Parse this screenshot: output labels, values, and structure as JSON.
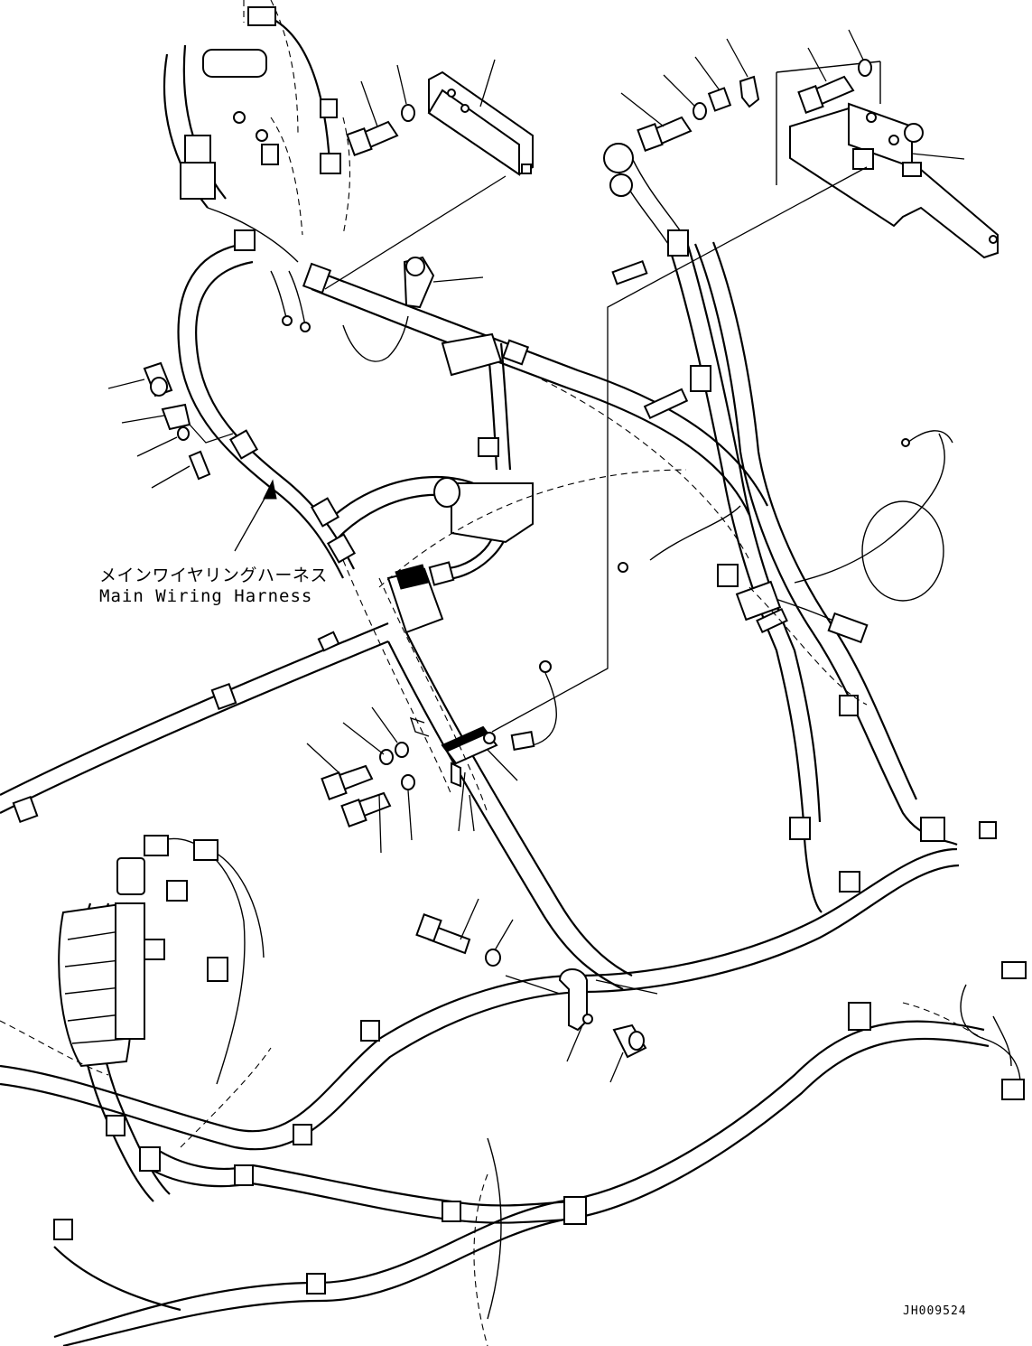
{
  "harness_label": {
    "japanese": "メインワイヤリングハーネス",
    "english": "Main Wiring Harness"
  },
  "drawing_number": "JH009524"
}
